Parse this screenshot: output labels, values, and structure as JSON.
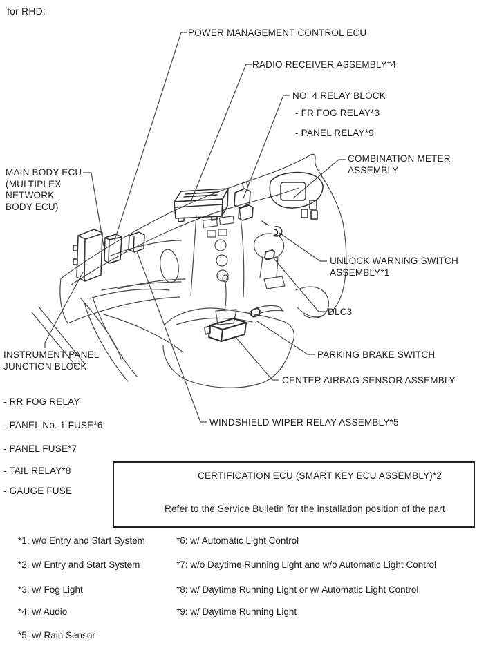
{
  "title": "for RHD:",
  "diagram": {
    "callouts": {
      "power_management_ecu": "POWER MANAGEMENT CONTROL ECU",
      "radio_receiver": "RADIO RECEIVER ASSEMBLY*4",
      "no4_relay_block": "NO. 4 RELAY BLOCK",
      "fr_fog_relay": "- FR FOG RELAY*3",
      "panel_relay": "- PANEL RELAY*9",
      "combination_meter": "COMBINATION METER\nASSEMBLY",
      "main_body_ecu": "MAIN BODY ECU\n(MULTIPLEX\nNETWORK\nBODY ECU)",
      "unlock_warning_switch": "UNLOCK WARNING SWITCH\nASSEMBLY*1",
      "dlc3": "DLC3",
      "parking_brake_switch": "PARKING BRAKE SWITCH",
      "center_airbag_sensor": "CENTER AIRBAG SENSOR ASSEMBLY",
      "instrument_panel_junction_block": "INSTRUMENT PANEL\nJUNCTION BLOCK",
      "rr_fog_relay": "- RR FOG RELAY",
      "panel_no1_fuse": "- PANEL No. 1 FUSE*6",
      "panel_fuse": "- PANEL FUSE*7",
      "tail_relay": "- TAIL RELAY*8",
      "gauge_fuse": "- GAUGE FUSE",
      "windshield_wiper_relay": "WINDSHIELD WIPER RELAY ASSEMBLY*5"
    }
  },
  "certification_box": {
    "callout": "CERTIFICATION ECU (SMART KEY ECU ASSEMBLY)*2",
    "note": "Refer to the Service Bulletin for the installation position of the part"
  },
  "footnotes": {
    "left": [
      "*1: w/o Entry and Start System",
      "*2: w/ Entry and Start System",
      "*3: w/ Fog Light",
      "*4: w/ Audio",
      "*5: w/ Rain Sensor"
    ],
    "right": [
      "*6: w/ Automatic Light Control",
      "*7: w/o Daytime Running Light and w/o Automatic Light Control",
      "*8: w/ Daytime Running Light or w/ Automatic Light Control",
      "*9: w/ Daytime Running Light"
    ]
  },
  "colors": {
    "line": "#474747",
    "component_line": "#2e2e2e",
    "text": "#1d1d1d",
    "background": "#ffffff"
  }
}
